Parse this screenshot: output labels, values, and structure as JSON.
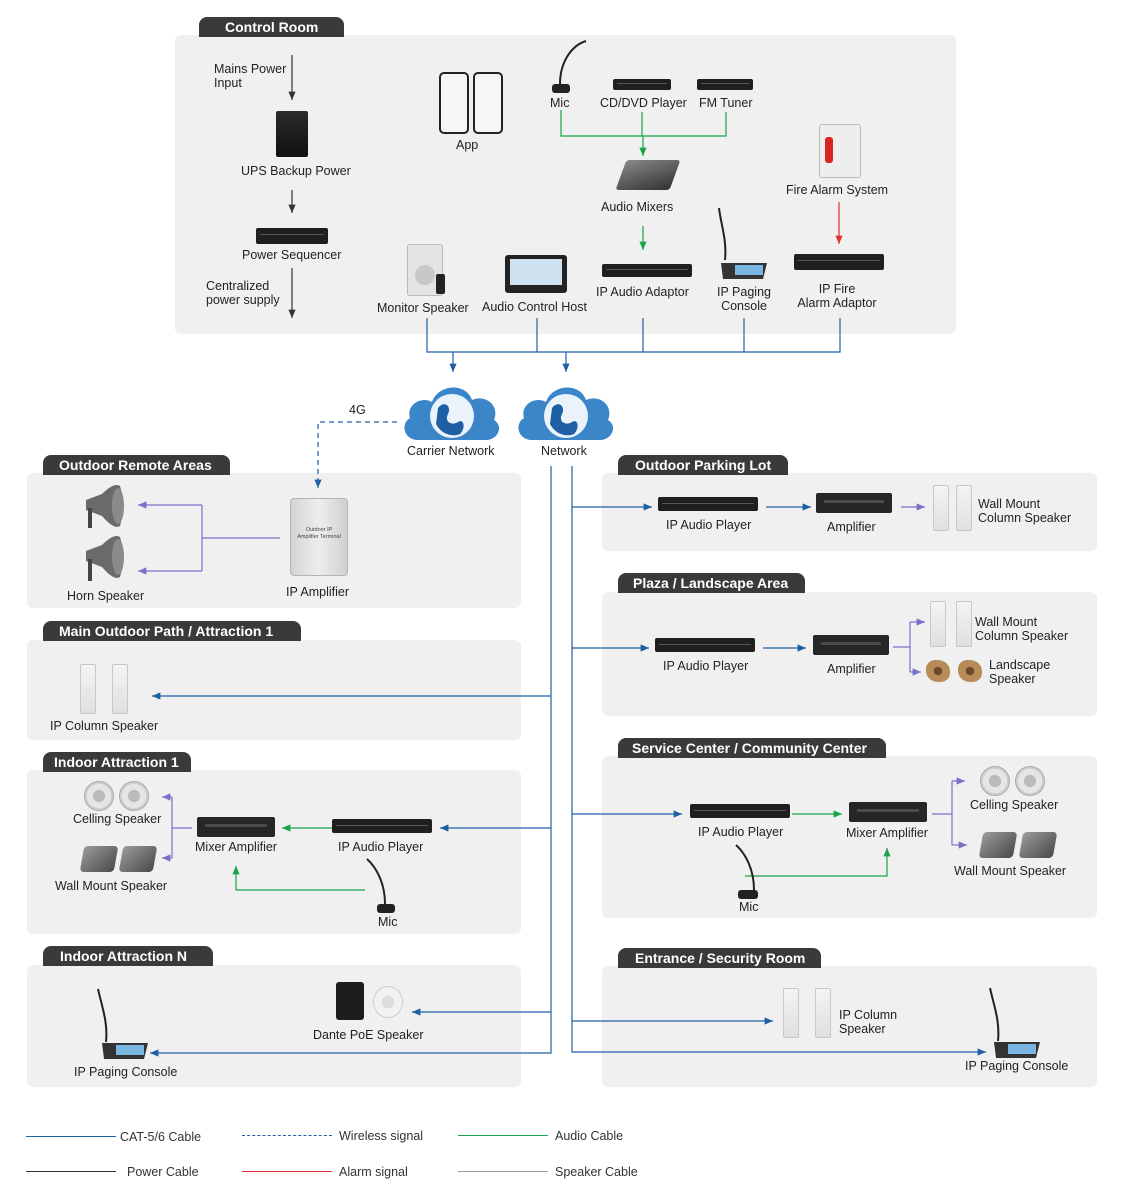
{
  "sections": {
    "control_room": "Control Room",
    "outdoor_remote": "Outdoor Remote Areas",
    "main_outdoor": "Main Outdoor Path / Attraction 1",
    "indoor_1": "Indoor Attraction 1",
    "indoor_n": "Indoor Attraction N",
    "parking": "Outdoor Parking Lot",
    "plaza": "Plaza / Landscape Area",
    "service": "Service Center / Community Center",
    "entrance": "Entrance / Security Room"
  },
  "control_room": {
    "mains_power": "Mains Power\nInput",
    "ups": "UPS Backup Power",
    "sequencer": "Power Sequencer",
    "centralized": "Centralized\npower supply",
    "app": "App",
    "mic": "Mic",
    "cd": "CD/DVD Player",
    "fm": "FM Tuner",
    "mixers": "Audio Mixers",
    "fire_system": "Fire Alarm System",
    "monitor_speaker": "Monitor Speaker",
    "audio_host": "Audio Control Host",
    "ip_audio_adaptor": "IP Audio Adaptor",
    "ip_paging_console": "IP Paging\nConsole",
    "ip_fire_adaptor": "IP Fire\nAlarm Adaptor"
  },
  "network": {
    "carrier": "Carrier Network",
    "network": "Network",
    "fourg": "4G"
  },
  "outdoor_remote": {
    "horn": "Horn Speaker",
    "ip_amp": "IP Amplifier",
    "terminal_text": "Outdoor IP\nAmplifier Terminal"
  },
  "main_outdoor": {
    "column": "IP Column Speaker"
  },
  "indoor_1": {
    "ceiling": "Celling Speaker",
    "wall": "Wall Mount Speaker",
    "mixer_amp": "Mixer Amplifier",
    "player": "IP Audio Player",
    "mic": "Mic"
  },
  "indoor_n": {
    "dante": "Dante PoE Speaker",
    "console": "IP Paging Console"
  },
  "parking": {
    "player": "IP Audio Player",
    "amp": "Amplifier",
    "column": "Wall Mount\nColumn Speaker"
  },
  "plaza": {
    "player": "IP Audio Player",
    "amp": "Amplifier",
    "column": "Wall Mount\nColumn Speaker",
    "landscape": "Landscape\nSpeaker"
  },
  "service": {
    "player": "IP Audio Player",
    "mixer_amp": "Mixer Amplifier",
    "ceiling": "Celling Speaker",
    "wall": "Wall Mount Speaker",
    "mic": "Mic"
  },
  "entrance": {
    "column": "IP Column\nSpeaker",
    "console": "IP Paging Console"
  },
  "legend": {
    "cat": "CAT-5/6 Cable",
    "wireless": "Wireless signal",
    "audio": "Audio Cable",
    "power": "Power Cable",
    "alarm": "Alarm signal",
    "speaker": "Speaker Cable"
  },
  "colors": {
    "cat": "#1f5fa6",
    "audio": "#1aa34a",
    "power": "#333333",
    "alarm": "#e03030",
    "speaker": "#7b6fc9",
    "panel": "#f0f0f0",
    "tab": "#3a3a3a"
  }
}
